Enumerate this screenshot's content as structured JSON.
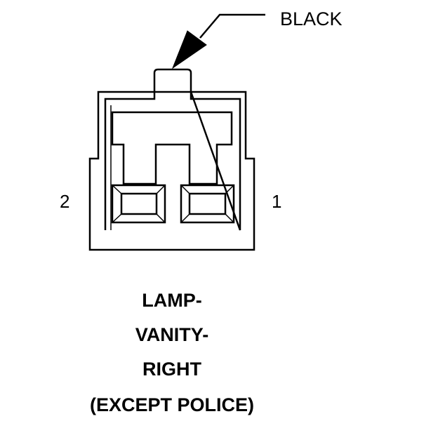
{
  "connector": {
    "wire_color": "BLACK",
    "pins": {
      "left": "2",
      "right": "1"
    }
  },
  "title": {
    "line1": "LAMP-",
    "line2": "VANITY-",
    "line3": "RIGHT",
    "line4": "(EXCEPT POLICE)"
  },
  "colors": {
    "stroke": "#000000",
    "background": "#ffffff"
  }
}
